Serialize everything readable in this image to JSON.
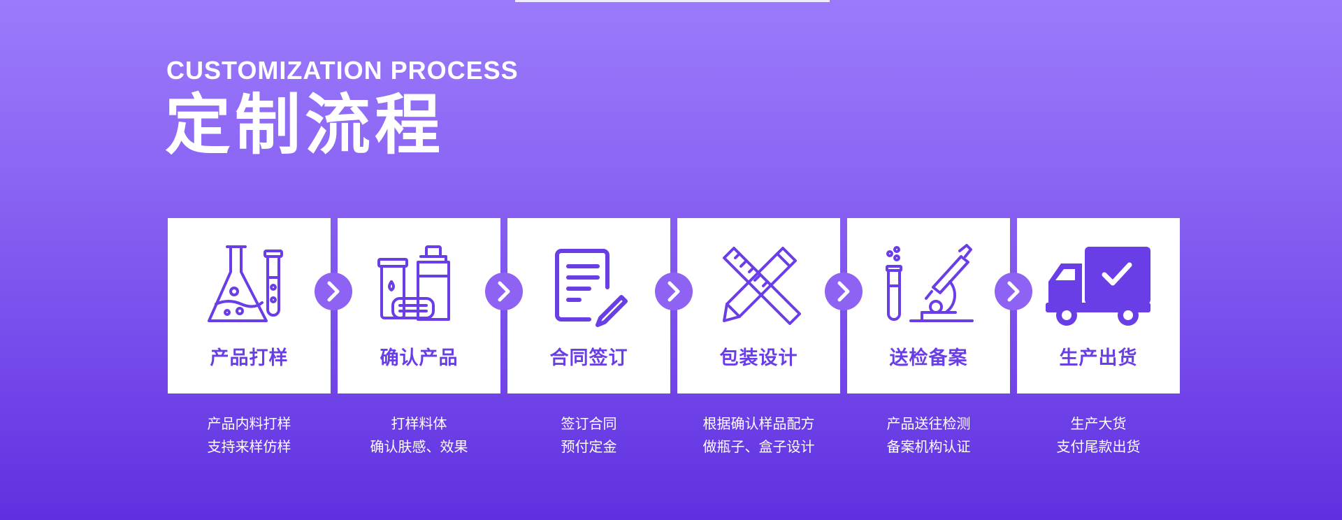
{
  "header": {
    "subtitle": "CUSTOMIZATION  PROCESS",
    "title": "定制流程"
  },
  "steps": [
    {
      "label": "产品打样",
      "icon": "lab-flask-icon",
      "desc_line1": "产品内料打样",
      "desc_line2": "支持来样仿样"
    },
    {
      "label": "确认产品",
      "icon": "cosmetic-bottles-icon",
      "desc_line1": "打样料体",
      "desc_line2": "确认肤感、效果"
    },
    {
      "label": "合同签订",
      "icon": "contract-pen-icon",
      "desc_line1": "签订合同",
      "desc_line2": "预付定金"
    },
    {
      "label": "包装设计",
      "icon": "ruler-pencil-icon",
      "desc_line1": "根据确认样品配方",
      "desc_line2": "做瓶子、盒子设计"
    },
    {
      "label": "送检备案",
      "icon": "microscope-icon",
      "desc_line1": "产品送往检测",
      "desc_line2": "备案机构认证"
    },
    {
      "label": "生产出货",
      "icon": "delivery-truck-icon",
      "desc_line1": "生产大货",
      "desc_line2": "支付尾款出货"
    }
  ],
  "colors": {
    "accent": "#6a3ee6",
    "arrow": "#8e62f2",
    "bg_top": "#9b7bfb",
    "bg_bottom": "#5f30e0"
  }
}
